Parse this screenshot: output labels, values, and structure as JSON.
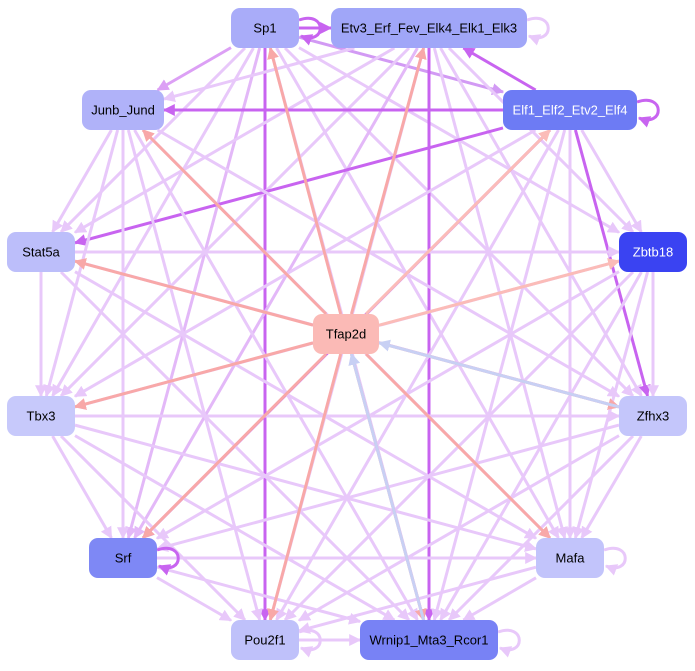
{
  "nodes": [
    {
      "id": "sp1",
      "label": "Sp1",
      "fill": "#a9acf9",
      "text": "#000000"
    },
    {
      "id": "etv3",
      "label": "Etv3_Erf_Fev_Elk4_Elk1_Elk3",
      "fill": "#a0a6f8",
      "text": "#000000"
    },
    {
      "id": "junb",
      "label": "Junb_Jund",
      "fill": "#b0b2f9",
      "text": "#000000"
    },
    {
      "id": "elf1",
      "label": "Elf1_Elf2_Etv2_Elf4",
      "fill": "#6d7bf4",
      "text": "#ffffff"
    },
    {
      "id": "stat5a",
      "label": "Stat5a",
      "fill": "#bcbefa",
      "text": "#000000"
    },
    {
      "id": "zbtb18",
      "label": "Zbtb18",
      "fill": "#3a43f2",
      "text": "#ffffff"
    },
    {
      "id": "tfap2d",
      "label": "Tfap2d",
      "fill": "#fbbab6",
      "text": "#000000"
    },
    {
      "id": "tbx3",
      "label": "Tbx3",
      "fill": "#c7c9fb",
      "text": "#000000"
    },
    {
      "id": "zfhx3",
      "label": "Zfhx3",
      "fill": "#c4c6fb",
      "text": "#000000"
    },
    {
      "id": "srf",
      "label": "Srf",
      "fill": "#7e88f5",
      "text": "#000000"
    },
    {
      "id": "mafa",
      "label": "Mafa",
      "fill": "#c2c4fb",
      "text": "#000000"
    },
    {
      "id": "pou2f1",
      "label": "Pou2f1",
      "fill": "#bfc1fa",
      "text": "#000000"
    },
    {
      "id": "wrnip1",
      "label": "Wrnip1_Mta3_Rcor1",
      "fill": "#7882f5",
      "text": "#000000"
    }
  ],
  "edges": [
    {
      "from": "sp1",
      "to": "etv3",
      "color": "#c864f0"
    },
    {
      "from": "sp1",
      "to": "junb",
      "color": "#dca0f5"
    },
    {
      "from": "sp1",
      "to": "elf1",
      "color": "#d29af4"
    },
    {
      "from": "sp1",
      "to": "stat5a",
      "color": "#e8c8fa"
    },
    {
      "from": "sp1",
      "to": "zbtb18",
      "color": "#e8c8fa"
    },
    {
      "from": "sp1",
      "to": "tbx3",
      "color": "#e8c8fa"
    },
    {
      "from": "sp1",
      "to": "zfhx3",
      "color": "#e8c8fa"
    },
    {
      "from": "sp1",
      "to": "srf",
      "color": "#e3b8f8"
    },
    {
      "from": "sp1",
      "to": "mafa",
      "color": "#e8c8fa"
    },
    {
      "from": "sp1",
      "to": "pou2f1",
      "color": "#c864f0"
    },
    {
      "from": "sp1",
      "to": "wrnip1",
      "color": "#e8c8fa"
    },
    {
      "from": "etv3",
      "to": "junb",
      "color": "#e8c8fa"
    },
    {
      "from": "etv3",
      "to": "stat5a",
      "color": "#e8c8fa"
    },
    {
      "from": "etv3",
      "to": "zbtb18",
      "color": "#e8c8fa"
    },
    {
      "from": "etv3",
      "to": "tbx3",
      "color": "#e8c8fa"
    },
    {
      "from": "etv3",
      "to": "zfhx3",
      "color": "#e8c8fa"
    },
    {
      "from": "etv3",
      "to": "srf",
      "color": "#e3b8f8"
    },
    {
      "from": "etv3",
      "to": "mafa",
      "color": "#e8c8fa"
    },
    {
      "from": "etv3",
      "to": "pou2f1",
      "color": "#e8c8fa"
    },
    {
      "from": "etv3",
      "to": "wrnip1",
      "color": "#c864f0"
    },
    {
      "from": "elf1",
      "to": "etv3",
      "color": "#c864f0"
    },
    {
      "from": "elf1",
      "to": "junb",
      "color": "#c864f0"
    },
    {
      "from": "elf1",
      "to": "stat5a",
      "color": "#c864f0"
    },
    {
      "from": "elf1",
      "to": "zbtb18",
      "color": "#e8c8fa"
    },
    {
      "from": "elf1",
      "to": "zfhx3",
      "color": "#c864f0"
    },
    {
      "from": "elf1",
      "to": "tbx3",
      "color": "#e8c8fa"
    },
    {
      "from": "elf1",
      "to": "srf",
      "color": "#c864f0"
    },
    {
      "from": "elf1",
      "to": "mafa",
      "color": "#e8c8fa"
    },
    {
      "from": "elf1",
      "to": "pou2f1",
      "color": "#e8c8fa"
    },
    {
      "from": "elf1",
      "to": "wrnip1",
      "color": "#e8c8fa"
    },
    {
      "from": "junb",
      "to": "stat5a",
      "color": "#e8c8fa"
    },
    {
      "from": "junb",
      "to": "tbx3",
      "color": "#e8c8fa"
    },
    {
      "from": "junb",
      "to": "srf",
      "color": "#e8c8fa"
    },
    {
      "from": "junb",
      "to": "zfhx3",
      "color": "#e8c8fa"
    },
    {
      "from": "junb",
      "to": "mafa",
      "color": "#e8c8fa"
    },
    {
      "from": "junb",
      "to": "wrnip1",
      "color": "#e8c8fa"
    },
    {
      "from": "junb",
      "to": "pou2f1",
      "color": "#e8c8fa"
    },
    {
      "from": "stat5a",
      "to": "zbtb18",
      "color": "#e8c8fa"
    },
    {
      "from": "stat5a",
      "to": "tbx3",
      "color": "#e8c8fa"
    },
    {
      "from": "stat5a",
      "to": "zfhx3",
      "color": "#e8c8fa"
    },
    {
      "from": "stat5a",
      "to": "mafa",
      "color": "#e8c8fa"
    },
    {
      "from": "stat5a",
      "to": "wrnip1",
      "color": "#e8c8fa"
    },
    {
      "from": "zbtb18",
      "to": "tbx3",
      "color": "#e8c8fa"
    },
    {
      "from": "zbtb18",
      "to": "srf",
      "color": "#e8c8fa"
    },
    {
      "from": "zbtb18",
      "to": "pou2f1",
      "color": "#e8c8fa"
    },
    {
      "from": "zbtb18",
      "to": "wrnip1",
      "color": "#e8c8fa"
    },
    {
      "from": "zbtb18",
      "to": "mafa",
      "color": "#e8c8fa"
    },
    {
      "from": "zbtb18",
      "to": "zfhx3",
      "color": "#e8c8fa"
    },
    {
      "from": "tbx3",
      "to": "zfhx3",
      "color": "#e8c8fa"
    },
    {
      "from": "tbx3",
      "to": "srf",
      "color": "#e8c8fa"
    },
    {
      "from": "tbx3",
      "to": "mafa",
      "color": "#e8c8fa"
    },
    {
      "from": "tbx3",
      "to": "wrnip1",
      "color": "#e8c8fa"
    },
    {
      "from": "tbx3",
      "to": "pou2f1",
      "color": "#e8c8fa"
    },
    {
      "from": "zfhx3",
      "to": "srf",
      "color": "#e8c8fa"
    },
    {
      "from": "zfhx3",
      "to": "mafa",
      "color": "#e8c8fa"
    },
    {
      "from": "zfhx3",
      "to": "wrnip1",
      "color": "#e8c8fa"
    },
    {
      "from": "zfhx3",
      "to": "pou2f1",
      "color": "#e8c8fa"
    },
    {
      "from": "srf",
      "to": "mafa",
      "color": "#e8c8fa"
    },
    {
      "from": "srf",
      "to": "wrnip1",
      "color": "#e8c8fa"
    },
    {
      "from": "srf",
      "to": "pou2f1",
      "color": "#e8c8fa"
    },
    {
      "from": "mafa",
      "to": "pou2f1",
      "color": "#e8c8fa"
    },
    {
      "from": "mafa",
      "to": "wrnip1",
      "color": "#e8c8fa"
    },
    {
      "from": "pou2f1",
      "to": "wrnip1",
      "color": "#e8c8fa"
    },
    {
      "from": "tfap2d",
      "to": "sp1",
      "color": "#f8a8a8"
    },
    {
      "from": "tfap2d",
      "to": "etv3",
      "color": "#f8a8a8"
    },
    {
      "from": "tfap2d",
      "to": "junb",
      "color": "#f8a8a8"
    },
    {
      "from": "tfap2d",
      "to": "elf1",
      "color": "#fbbcb8"
    },
    {
      "from": "tfap2d",
      "to": "stat5a",
      "color": "#f8a8a8"
    },
    {
      "from": "tfap2d",
      "to": "zbtb18",
      "color": "#fbbcb8"
    },
    {
      "from": "tfap2d",
      "to": "tbx3",
      "color": "#f8a8a8"
    },
    {
      "from": "tfap2d",
      "to": "zfhx3",
      "color": "#f8a8a8"
    },
    {
      "from": "tfap2d",
      "to": "srf",
      "color": "#f8a8a8"
    },
    {
      "from": "tfap2d",
      "to": "mafa",
      "color": "#f8a8a8"
    },
    {
      "from": "tfap2d",
      "to": "pou2f1",
      "color": "#f8a8a8"
    },
    {
      "from": "tfap2d",
      "to": "wrnip1",
      "color": "#f8a8a8"
    },
    {
      "from": "wrnip1",
      "to": "tfap2d",
      "color": "#c8d0f4"
    },
    {
      "from": "zfhx3",
      "to": "tfap2d",
      "color": "#c8d0f4"
    }
  ],
  "self_loops": [
    {
      "node": "sp1",
      "color": "#c864f0"
    },
    {
      "node": "etv3",
      "color": "#e8c8fa"
    },
    {
      "node": "elf1",
      "color": "#c864f0"
    },
    {
      "node": "srf",
      "color": "#c864f0"
    },
    {
      "node": "mafa",
      "color": "#e8c8fa"
    },
    {
      "node": "pou2f1",
      "color": "#e8c8fa"
    },
    {
      "node": "wrnip1",
      "color": "#e8c8fa"
    }
  ]
}
